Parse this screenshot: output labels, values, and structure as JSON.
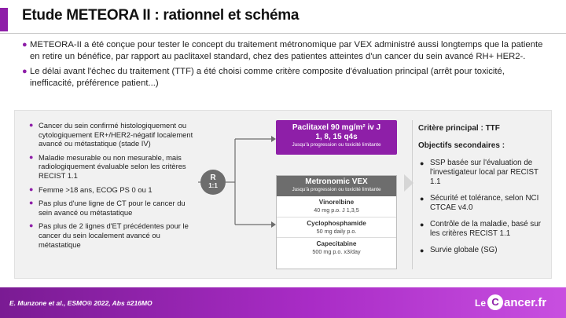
{
  "title": "Etude METEORA II : rationnel et schéma",
  "intro": [
    "METEORA-II a été conçue pour tester le concept du traitement métronomique par VEX administré aussi longtemps que la patiente en retire un bénéfice, par rapport au paclitaxel standard, chez des patientes atteintes d'un cancer du sein avancé RH+ HER2-.",
    "Le délai avant l'échec du traitement (TTF) a été choisi comme critère composite d'évaluation principal (arrêt pour toxicité, inefficacité, préférence patient...)"
  ],
  "inclusion_criteria": [
    "Cancer du sein confirmé histologiquement ou cytologiquement ER+/HER2-négatif localement avancé ou métastatique (stade IV)",
    "Maladie mesurable ou non mesurable, mais radiologiquement évaluable selon les critères RECIST 1.1",
    "Femme >18 ans, ECOG PS 0 ou 1",
    "Pas plus d'une ligne de CT pour le cancer du sein avancé ou métastatique",
    "Pas plus de 2 lignes d'ET précédentes pour le cancer du sein localement avancé ou métastatique"
  ],
  "randomization": {
    "label": "R",
    "ratio": "1:1"
  },
  "arm_paclitaxel": {
    "title_line1": "Paclitaxel 90 mg/m² iv J",
    "title_line2": "1, 8, 15 q4s",
    "subtitle": "Jusqu'à progression ou toxicité limitante"
  },
  "arm_vex": {
    "title": "Metronomic VEX",
    "subtitle": "Jusqu'à progression ou toxicité limitante",
    "drugs": [
      {
        "name": "Vinorelbine",
        "dose": "40 mg p.o. J 1,3,5"
      },
      {
        "name": "Cyclophosphamide",
        "dose": "50 mg daily p.o."
      },
      {
        "name": "Capecitabine",
        "dose": "500 mg p.o. x3/day"
      }
    ]
  },
  "endpoints": {
    "primary": "Critère principal : TTF",
    "secondary_header": "Objectifs secondaires :",
    "secondary": [
      "SSP basée sur l'évaluation de l'investigateur local par RECIST 1.1",
      "Sécurité et tolérance, selon NCI CTCAE v4.0",
      "Contrôle de la maladie, basé sur les critères RECIST 1.1",
      "Survie globale (SG)"
    ]
  },
  "footer": {
    "reference": "E. Munzone et al., ESMO® 2022, Abs #216MO",
    "logo_le": "Le",
    "logo_c": "C",
    "logo_rest": "ancer.fr"
  },
  "colors": {
    "accent": "#8e1fa8",
    "grey": "#6d6d6d"
  },
  "icons": {
    "intro_bullet": "bullet-icon",
    "endpoint_bullet": "bullet-icon",
    "flow_chevron": "chevron-right-icon"
  }
}
